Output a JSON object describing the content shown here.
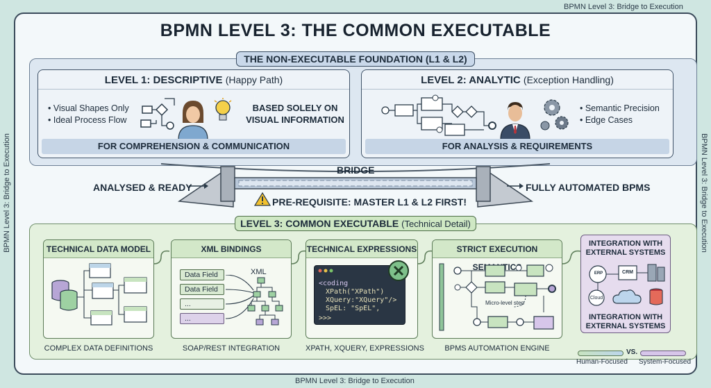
{
  "side_label": "BPMN Level 3: Bridge to Execution",
  "title": "BPMN LEVEL 3: THE COMMON EXECUTABLE",
  "foundation": {
    "title": "THE NON-EXECUTABLE FOUNDATION (L1 & L2)",
    "level1": {
      "title": "LEVEL 1: DESCRIPTIVE",
      "subtitle": "(Happy Path)",
      "bullets": [
        "• Visual Shapes Only",
        "• Ideal Process Flow"
      ],
      "note_line1": "BASED SOLELY ON",
      "note_line2": "VISUAL INFORMATION",
      "footer": "FOR COMPREHENSION & COMMUNICATION"
    },
    "level2": {
      "title": "LEVEL 2: ANALYTIC",
      "subtitle": "(Exception Handling)",
      "bullets": [
        "• Semantic Precision",
        "• Edge Cases"
      ],
      "footer": "FOR ANALYSIS & REQUIREMENTS"
    }
  },
  "bridge": {
    "label": "BRIDGE",
    "left": "ANALYSED & READY",
    "right": "FULLY AUTOMATED BPMS",
    "warning": "PRE-REQUISITE: MASTER L1 & L2 FIRST!"
  },
  "level3": {
    "title": "LEVEL 3: COMMON EXECUTABLE",
    "subtitle": "(Technical Detail)",
    "cards": [
      {
        "title": "TECHNICAL DATA MODEL",
        "caption": "COMPLEX DATA DEFINITIONS"
      },
      {
        "title": "XML BINDINGS",
        "caption": "SOAP/REST INTEGRATION"
      },
      {
        "title": "TECHNICAL EXPRESSIONS",
        "caption": "XPATH, XQUERY, EXPRESSIONS"
      },
      {
        "title": "STRICT EXECUTION SEMANTICS",
        "caption": "BPMS AUTOMATION ENGINE"
      }
    ],
    "xml": {
      "fields": [
        "Data Field",
        "Data Field",
        "...",
        "..."
      ],
      "label": "XML"
    },
    "code": [
      "<coding",
      "XPath(\"XPath\")",
      "XQuery:\"XQuery\"/>",
      "SpEL: \"SpEL\",",
      ">>>"
    ],
    "exec_label": "Micro-level step",
    "external": {
      "title_top": [
        "INTEGRATION WITH",
        "EXTERNAL SYSTEMS"
      ],
      "title_bottom": [
        "INTEGRATION WITH",
        "EXTERNAL SYSTEMS"
      ],
      "icons": [
        "ERP",
        "CRM",
        "Cloud"
      ]
    }
  },
  "legend": {
    "left": "Human-Focused",
    "vs": "VS.",
    "right": "System-Focused"
  },
  "colors": {
    "foundation": "#dde7f1",
    "level3": "#e4f1de",
    "external": "#e6dcee",
    "warning": "#f2c12e"
  }
}
